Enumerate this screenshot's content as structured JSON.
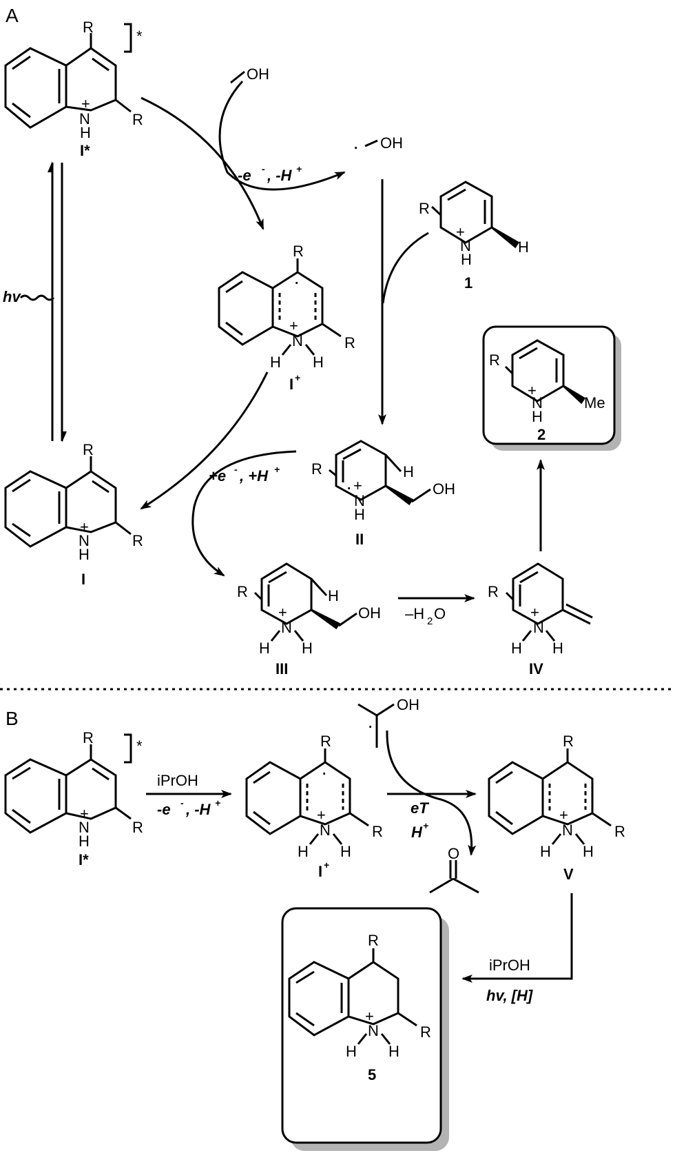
{
  "panels": {
    "a": "A",
    "b": "B"
  },
  "atoms": {
    "R": "R",
    "H": "H",
    "N": "N",
    "plus": "+",
    "star": "*",
    "dot": "·",
    "O": "O"
  },
  "compounds": {
    "I_star": "I*",
    "I_plus": "I",
    "I_plus_sup": "+",
    "I": "I",
    "II": "II",
    "III": "III",
    "IV": "IV",
    "V": "V",
    "one": "1",
    "two": "2",
    "five": "5",
    "OH": "OH",
    "Me": "Me"
  },
  "arrows": {
    "ox_label": "-e",
    "ox_label_sup": "-",
    "ox_label_tail": ", -H",
    "ox_label_tail_sup": "+",
    "red_label": "+e",
    "red_label_sup": "-",
    "red_label_tail": ", +H",
    "red_label_tail_sup": "+",
    "hv": "hv",
    "dehydration_minus": "–H",
    "dehydration_sub": "2",
    "dehydration_O": "O",
    "iPrOH": "iPrOH",
    "eT": "eT",
    "Hplus": "H",
    "Hplus_sup": "+",
    "hv_H": "hv, [H]"
  }
}
